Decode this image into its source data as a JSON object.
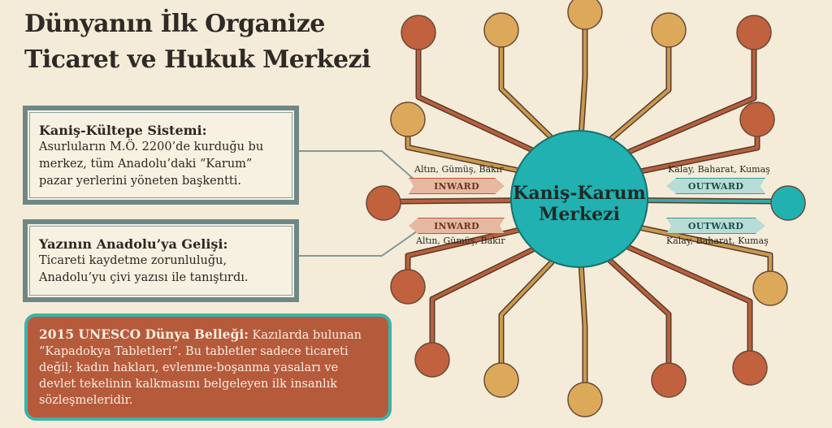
{
  "title": {
    "line1": "Dünyanın İlk Organize",
    "line2": "Ticaret ve Hukuk Merkezi"
  },
  "boxes": [
    {
      "heading": "Kaniş-Kültepe Sistemi:",
      "text": "Asurluların M.Ö. 2200’de kurduğu bu merkez, tüm Anadolu’daki “Karum” pazar yerlerini yöneten başkentti."
    },
    {
      "heading": "Yazının Anadolu’ya Gelişi:",
      "text": "Ticareti kaydetme zorunluluğu, Anadolu’yu çivi yazısı ile tanıştırdı."
    },
    {
      "heading": "2015 UNESCO Dünya Belleği:",
      "text": "Kazılarda bulunan “Kapadokya Tabletleri”. Bu tabletler sadece ticareti değil; kadın hakları, evlenme-boşanma yasaları ve devlet tekelinin kalkmasını belgeleyen ilk insanlık sözleşmeleridir."
    }
  ],
  "center": {
    "line1": "Kaniş-Karum",
    "line2": "Merkezi"
  },
  "flows": {
    "inward_goods": "Altın, Gümüş, Bakır",
    "inward_label": "INWARD",
    "outward_goods": "Kalay, Baharat, Kumaş",
    "outward_label": "OUTWARD"
  },
  "colors": {
    "red": "#c2613d",
    "gold": "#dca95b",
    "teal": "#21b1b0",
    "background": "#f4ecd9"
  }
}
